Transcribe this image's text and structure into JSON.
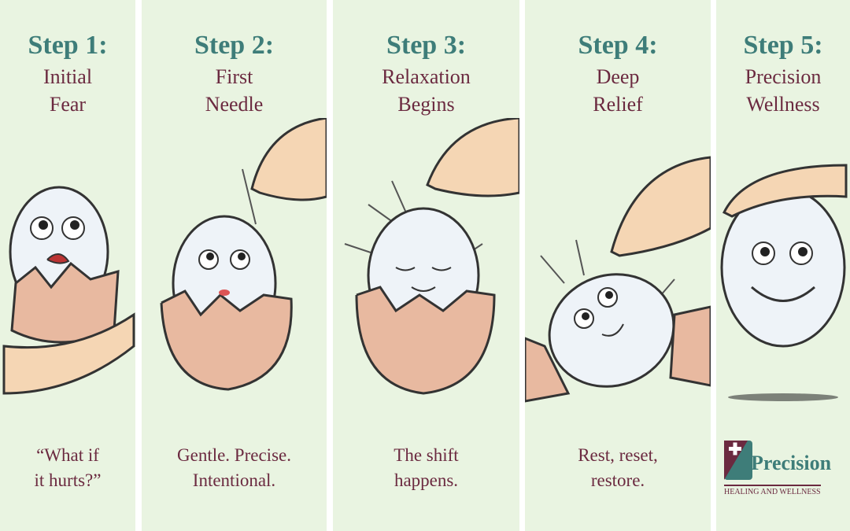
{
  "colors": {
    "background": "#e9f4e1",
    "step_heading": "#3e7d79",
    "title": "#6b2a40",
    "egg": "#eef3f8",
    "shell": "#e8b9a0"
  },
  "panels": [
    {
      "step": "Step 1:",
      "title": [
        "Initial",
        "Fear"
      ],
      "caption": [
        "“What if",
        "it hurts?”"
      ],
      "mood": "scared"
    },
    {
      "step": "Step 2:",
      "title": [
        "First",
        "Needle"
      ],
      "caption": [
        "Gentle. Precise.",
        "Intentional."
      ],
      "mood": "worried"
    },
    {
      "step": "Step 3:",
      "title": [
        "Relaxation",
        "Begins"
      ],
      "caption": [
        "The shift",
        "happens."
      ],
      "mood": "calm"
    },
    {
      "step": "Step 4:",
      "title": [
        "Deep",
        "Relief"
      ],
      "caption": [
        "Rest, reset,",
        "restore."
      ],
      "mood": "content"
    },
    {
      "step": "Step 5:",
      "title": [
        "Precision",
        "Wellness"
      ],
      "caption": [],
      "mood": "happy"
    }
  ],
  "logo": {
    "word": "Precision",
    "tagline": "HEALING AND WELLNESS",
    "icon": "medical-cross-leaf-icon"
  }
}
